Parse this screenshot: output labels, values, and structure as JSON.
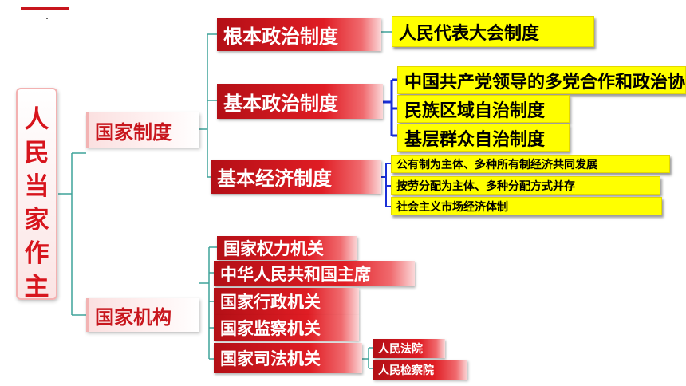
{
  "root": {
    "chars": [
      "人",
      "民",
      "当",
      "家",
      "作",
      "主"
    ]
  },
  "branches": {
    "state_system": {
      "label": "国家制度",
      "fundamental_political": {
        "label": "根本政治制度",
        "items": [
          "人民代表大会制度"
        ]
      },
      "basic_political": {
        "label": "基本政治制度",
        "items": [
          "中国共产党领导的多党合作和政治协商制度",
          "民族区域自治制度",
          "基层群众自治制度"
        ]
      },
      "basic_economic": {
        "label": "基本经济制度",
        "items": [
          "公有制为主体、多种所有制经济共同发展",
          "按劳分配为主体、多种分配方式并存",
          "社会主义市场经济体制"
        ]
      }
    },
    "state_organs": {
      "label": "国家机构",
      "items": [
        "国家权力机关",
        "中华人民共和国主席",
        "国家行政机关",
        "国家监察机关",
        "国家司法机关"
      ],
      "judicial_items": [
        "人民法院",
        "人民检察院"
      ]
    }
  },
  "colors": {
    "red": "#d7141c",
    "yellow": "#ffff00",
    "connector_teal": "#3fa39a",
    "connector_blue": "#1a2fd6"
  }
}
